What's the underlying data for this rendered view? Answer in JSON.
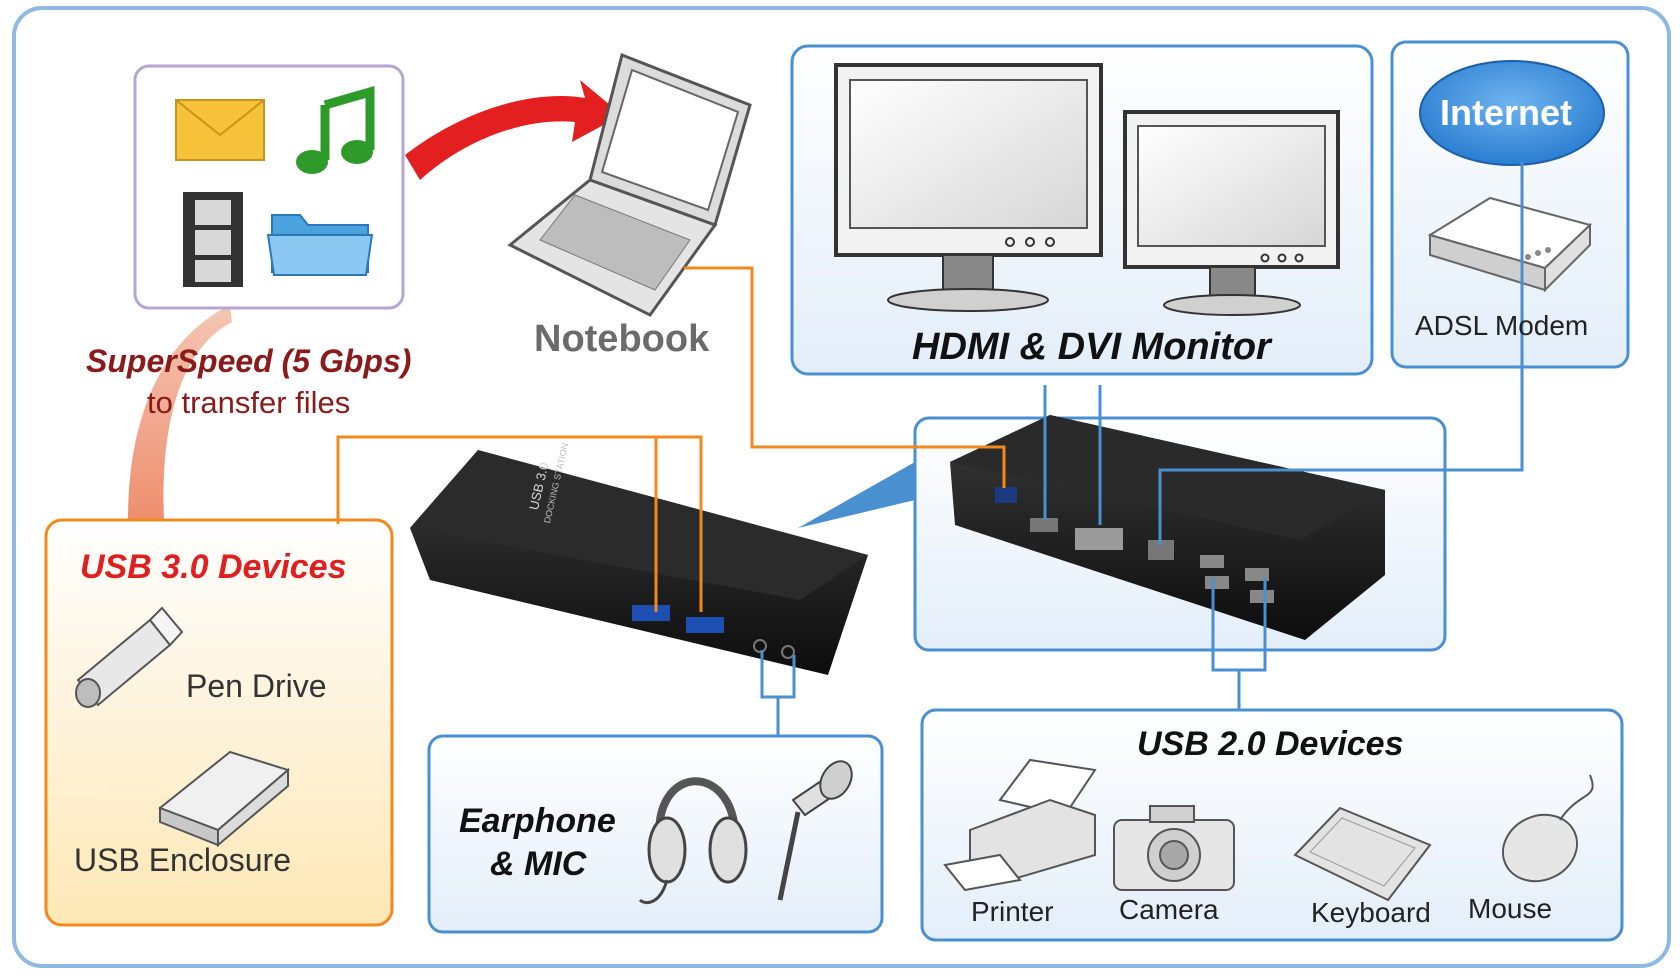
{
  "notebook": {
    "label": "Notebook"
  },
  "transfer": {
    "line1": "SuperSpeed (5 Gbps)",
    "line2": "to transfer files"
  },
  "monitor_panel": {
    "title": "HDMI & DVI Monitor"
  },
  "internet_panel": {
    "cloud": "Internet",
    "modem": "ADSL Modem"
  },
  "usb3_panel": {
    "title": "USB 3.0 Devices",
    "pen_drive": "Pen Drive",
    "enclosure": "USB Enclosure"
  },
  "audio_panel": {
    "line1": "Earphone",
    "line2": "& MIC"
  },
  "usb2_panel": {
    "title": "USB 2.0 Devices",
    "printer": "Printer",
    "camera": "Camera",
    "keyboard": "Keyboard",
    "mouse": "Mouse"
  },
  "dock": {
    "brand_line1": "USB 3.0",
    "brand_line2": "DOCKING STATION"
  },
  "colors": {
    "blue_frame": "#4a90d0",
    "orange_frame": "#f08a1e",
    "red_text": "#e02020",
    "dark_red_text": "#8b1a1a"
  }
}
